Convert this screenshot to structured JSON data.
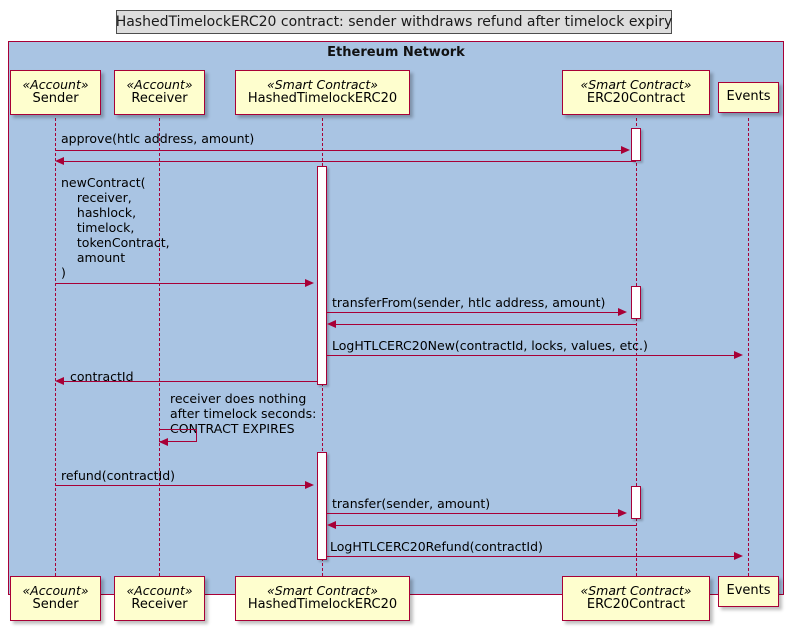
{
  "title": "HashedTimelockERC20 contract: sender withdraws refund after timelock expiry",
  "frame": {
    "label": "Ethereum Network",
    "background_color": "#A9C4E3",
    "border_color": "#A80036"
  },
  "colors": {
    "participant_fill": "#FEFECE",
    "participant_border": "#A80036",
    "arrow": "#A80036",
    "title_fill": "#DDDDDD",
    "activation_fill": "#FFFFFF"
  },
  "participants": [
    {
      "stereotype": "«Account»",
      "name": "Sender"
    },
    {
      "stereotype": "«Account»",
      "name": "Receiver"
    },
    {
      "stereotype": "«Smart Contract»",
      "name": "HashedTimelockERC20"
    },
    {
      "stereotype": "«Smart Contract»",
      "name": "ERC20Contract"
    },
    {
      "stereotype": "",
      "name": "Events"
    }
  ],
  "messages": [
    {
      "label": "approve(htlc address, amount)",
      "from": "Sender",
      "to": "ERC20Contract",
      "direction": "right",
      "style": "solid"
    },
    {
      "label": "",
      "from": "ERC20Contract",
      "to": "Sender",
      "direction": "left",
      "style": "solid"
    },
    {
      "label": "newContract(\n    receiver,\n    hashlock,\n    timelock,\n    tokenContract,\n    amount\n)",
      "from": "Sender",
      "to": "HashedTimelockERC20",
      "direction": "right",
      "style": "solid"
    },
    {
      "label": "transferFrom(sender, htlc address, amount)",
      "from": "HashedTimelockERC20",
      "to": "ERC20Contract",
      "direction": "right",
      "style": "solid"
    },
    {
      "label": "",
      "from": "ERC20Contract",
      "to": "HashedTimelockERC20",
      "direction": "left",
      "style": "solid"
    },
    {
      "label": "LogHTLCERC20New(contractId, locks, values, etc.)",
      "from": "HashedTimelockERC20",
      "to": "Events",
      "direction": "right",
      "style": "solid"
    },
    {
      "label": "contractId",
      "from": "HashedTimelockERC20",
      "to": "Sender",
      "direction": "left",
      "style": "solid"
    },
    {
      "label": "receiver does nothing\nafter timelock seconds:\nCONTRACT EXPIRES",
      "from": "Receiver",
      "to": "Receiver",
      "direction": "self",
      "style": "solid"
    },
    {
      "label": "refund(contractId)",
      "from": "Sender",
      "to": "HashedTimelockERC20",
      "direction": "right",
      "style": "solid"
    },
    {
      "label": "transfer(sender, amount)",
      "from": "HashedTimelockERC20",
      "to": "ERC20Contract",
      "direction": "right",
      "style": "solid"
    },
    {
      "label": "",
      "from": "ERC20Contract",
      "to": "HashedTimelockERC20",
      "direction": "left",
      "style": "solid"
    },
    {
      "label": "LogHTLCERC20Refund(contractId)",
      "from": "HashedTimelockERC20",
      "to": "Events",
      "direction": "right",
      "style": "solid"
    }
  ]
}
